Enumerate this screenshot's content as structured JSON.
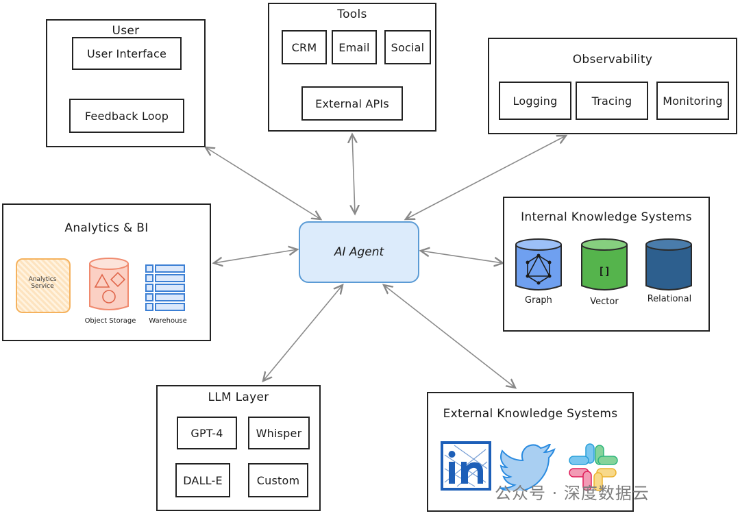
{
  "center": {
    "label": "AI Agent"
  },
  "user": {
    "title": "User",
    "items": [
      "User Interface",
      "Feedback Loop"
    ]
  },
  "tools": {
    "title": "Tools",
    "items": [
      "CRM",
      "Email",
      "Social",
      "External APIs"
    ]
  },
  "observability": {
    "title": "Observability",
    "items": [
      "Logging",
      "Tracing",
      "Monitoring"
    ]
  },
  "analytics": {
    "title": "Analytics & BI",
    "service_label": "Analytics Service",
    "items": [
      "Object Storage",
      "Warehouse"
    ]
  },
  "internal": {
    "title": "Internal Knowledge Systems",
    "items": [
      "Graph",
      "Vector",
      "Relational"
    ],
    "vector_glyph": "[]"
  },
  "llm": {
    "title": "LLM Layer",
    "items": [
      "GPT-4",
      "Whisper",
      "DALL-E",
      "Custom"
    ]
  },
  "external": {
    "title": "External Knowledge Systems"
  },
  "watermark": {
    "text": "公众号 · 深度数据云"
  },
  "colors": {
    "agent_fill": "#dcebfb",
    "agent_border": "#5b9bd5",
    "graph": "#6fa0f0",
    "vector": "#55b44c",
    "relational": "#2d5f8e",
    "analytics": "#f5b25e",
    "storage": "#f08a6e",
    "warehouse": "#3b7fd4"
  }
}
